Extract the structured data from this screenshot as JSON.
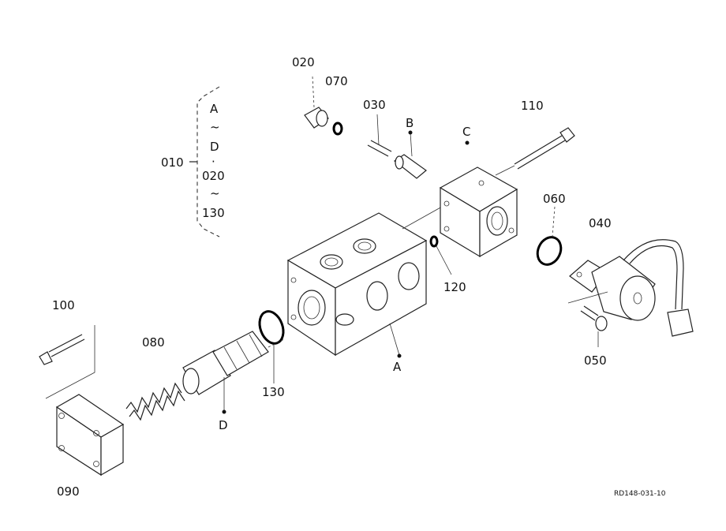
{
  "parts": {
    "p010": "010",
    "p020": "020",
    "p030": "030",
    "p040": "040",
    "p050": "050",
    "p060": "060",
    "p070": "070",
    "p080": "080",
    "p090": "090",
    "p100": "100",
    "p110": "110",
    "p120": "120",
    "p130": "130"
  },
  "bracket": {
    "line1": "A",
    "line2": "~",
    "line3": "D",
    "line4": "·",
    "line5": "020",
    "line6": "~",
    "line7": "130"
  },
  "refs": {
    "A": "A",
    "B": "B",
    "C": "C",
    "D": "D"
  },
  "drawing_number": "RD148-031-10"
}
